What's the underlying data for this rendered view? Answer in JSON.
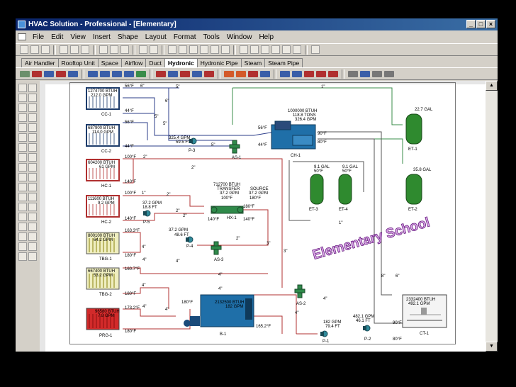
{
  "window": {
    "title": "HVAC Solution - Professional - [Elementary]"
  },
  "menu": [
    "File",
    "Edit",
    "View",
    "Insert",
    "Shape",
    "Layout",
    "Format",
    "Tools",
    "Window",
    "Help"
  ],
  "tabs": [
    "Air Handler",
    "Rooftop Unit",
    "Space",
    "Airflow",
    "Duct",
    "Hydronic",
    "Hydronic Pipe",
    "Steam",
    "Steam Pipe"
  ],
  "active_tab": "Hydronic",
  "colors": {
    "supply_pipe": "#b0302f",
    "return_pipe": "#2b3c8a",
    "chiller_loop": "#3a8c4a",
    "cooling_coil": "#1d3c6b",
    "heating_coil": "#d22a2a",
    "boiler": "#1f6fa8",
    "tank": "#2f8a2f",
    "terminal": "#d4cf5a"
  },
  "diagram": {
    "watermark": "Elementary School",
    "coils": [
      {
        "btuh": "1274700 BTUH",
        "gpm": "212.0 GPM",
        "name": "CC-1"
      },
      {
        "btuh": "687900 BTUH",
        "gpm": "114.0 GPM",
        "name": "CC-2"
      },
      {
        "btuh": "604200 BTUH",
        "gpm": "61 GPM",
        "name": "HC-1"
      },
      {
        "btuh": "111600 BTUH",
        "gpm": "9.2 GPM",
        "name": "HC-2"
      },
      {
        "btuh": "800100 BTUH",
        "gpm": "64.2 GPM",
        "name": "TBG-1"
      },
      {
        "btuh": "667400 BTUH",
        "gpm": "53.2 GPM",
        "name": "TBG-2"
      },
      {
        "btuh": "96580 BTUH",
        "gpm": "7.8 GPM",
        "name": "PRG-1"
      }
    ],
    "pipe_labels": [
      "56°F",
      "6\"",
      "44°F",
      "5\"",
      "56°F",
      "44°F",
      "100°F",
      "2\"",
      "140°F",
      "100°F",
      "1\"",
      "140°F",
      "163.3°F",
      "4\"",
      "180°F",
      "160.7°F",
      "4\"",
      "180°F",
      "173.2°F",
      "180°F",
      "5\"",
      "6\"",
      "5\"",
      "5\"",
      "2\"",
      "2\"",
      "2\"",
      "3\"",
      "2\"",
      "2\"",
      "4\"",
      "4\"",
      "4\"",
      "4\"",
      "4\"",
      "4\"",
      "4\"",
      "4\"",
      "3\"",
      "1\"",
      "1\"",
      "1\"",
      "8\"",
      "6\"",
      "180°F",
      "165.2°F",
      "56°F",
      "44°F",
      "90°F",
      "80°F",
      "90°F",
      "80°F",
      "140°F",
      "180°F",
      "140°F"
    ],
    "pumps": [
      {
        "name": "P-3",
        "gpm": "325.4 GPM",
        "ft": "59.5 FT"
      },
      {
        "name": "P-5",
        "gpm": "37.2 GPM",
        "ft": "18.8 FT"
      },
      {
        "name": "P-4",
        "gpm": "37.2 GPM",
        "ft": "48.6 FT"
      },
      {
        "name": "P-1",
        "gpm": "182 GPM",
        "ft": "79.4 FT"
      },
      {
        "name": "P-2",
        "gpm": "482.1 GPM",
        "ft": "46.1 FT"
      }
    ],
    "air_separators": [
      "AS-1",
      "AS-3",
      "AS-2"
    ],
    "chiller": {
      "btuh": "1000000 BTUH",
      "tons": "118.8 TONS",
      "gpm": "326.4 GPM",
      "name": "CH-1"
    },
    "hx": {
      "btuh": "712700 BTUH",
      "transfer": "TRANSFER",
      "gpm": "37.2 GPM",
      "temp": "100°F",
      "source": "SOURCE",
      "src_gpm": "37.2 GPM",
      "src_temp": "180°F",
      "name": "HX-1"
    },
    "boiler": {
      "btuh": "2132500 BTUH",
      "gpm": "182 GPM",
      "name": "B-1"
    },
    "cooling_tower": {
      "btuh": "2332400 BTUH",
      "gpm": "492.1 GPM",
      "name": "CT-1"
    },
    "tanks": [
      {
        "name": "ET-1",
        "size": "22.7 GAL"
      },
      {
        "name": "ET-3",
        "size": "9.1 GAL",
        "size2": "50°F"
      },
      {
        "name": "ET-4",
        "size": "9.1 GAL",
        "size2": "50°F"
      },
      {
        "name": "ET-2",
        "size": "35.8 GAL"
      }
    ]
  }
}
